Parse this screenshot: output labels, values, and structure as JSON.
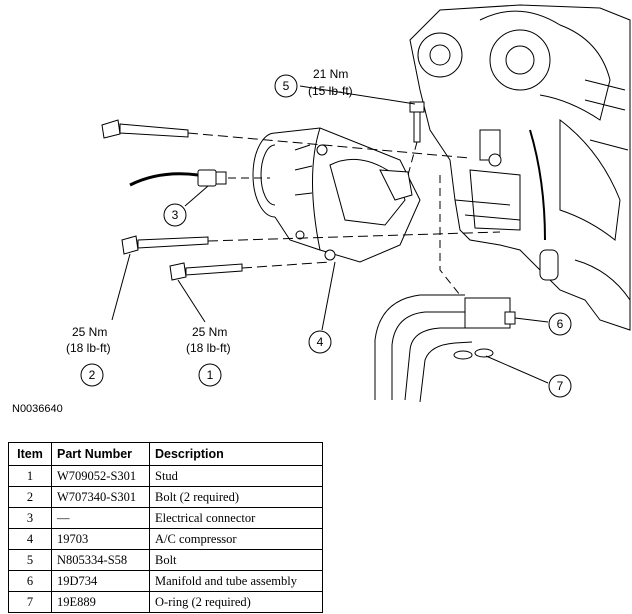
{
  "figure": {
    "id": "N0036640",
    "callouts": [
      {
        "num": "1",
        "torque_nm": "25 Nm",
        "torque_lbft": "(18 lb-ft)"
      },
      {
        "num": "2",
        "torque_nm": "25 Nm",
        "torque_lbft": "(18 lb-ft)"
      },
      {
        "num": "3"
      },
      {
        "num": "4"
      },
      {
        "num": "5",
        "torque_nm": "21 Nm",
        "torque_lbft": "(15 lb-ft)"
      },
      {
        "num": "6"
      },
      {
        "num": "7"
      }
    ]
  },
  "table": {
    "headers": {
      "item": "Item",
      "part_number": "Part Number",
      "description": "Description"
    },
    "rows": [
      {
        "item": "1",
        "part_number": "W709052-S301",
        "description": "Stud"
      },
      {
        "item": "2",
        "part_number": "W707340-S301",
        "description": "Bolt (2 required)"
      },
      {
        "item": "3",
        "part_number": "—",
        "description": "Electrical connector"
      },
      {
        "item": "4",
        "part_number": "19703",
        "description": "A/C compressor"
      },
      {
        "item": "5",
        "part_number": "N805334-S58",
        "description": "Bolt"
      },
      {
        "item": "6",
        "part_number": "19D734",
        "description": "Manifold and tube assembly"
      },
      {
        "item": "7",
        "part_number": "19E889",
        "description": "O-ring (2 required)"
      }
    ]
  }
}
